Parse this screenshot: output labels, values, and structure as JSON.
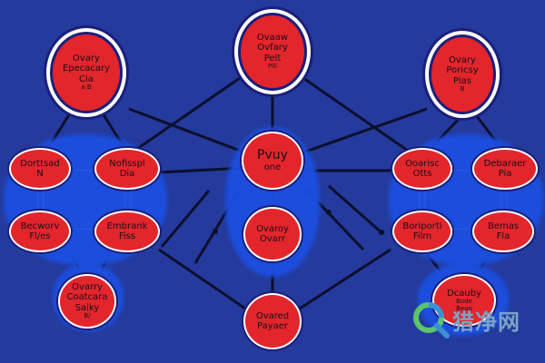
{
  "colors": {
    "background": "#243a9c",
    "node_fill": "#e3252c",
    "glow": "#1c4fe0",
    "line": "#0c0f2e"
  },
  "nodes": {
    "top_left": {
      "line1": "Ovary",
      "line2": "Epecacary",
      "line3": "Cia",
      "line4": "a B"
    },
    "top_center": {
      "line1": "Ovaaw",
      "line2": "Ovfary",
      "line3": "Pelt",
      "line4": "Pill"
    },
    "top_right": {
      "line1": "Ovary",
      "line2": "Poricsy",
      "line3": "Pias",
      "line4": "B"
    },
    "left_r1_a": {
      "line1": "Dorttsad",
      "line2": "N"
    },
    "left_r1_b": {
      "line1": "Nofisspl",
      "line2": "Dia"
    },
    "left_r2_a": {
      "line1": "Becworv",
      "line2": "Fl/es"
    },
    "left_r2_b": {
      "line1": "Embrank",
      "line2": "Fiss"
    },
    "left_bottom": {
      "line1": "Ovarry",
      "line2": "Coatcara",
      "line3": "Saiky",
      "line4": "B/"
    },
    "center_top": {
      "line1": "Pvuy",
      "line2": "one"
    },
    "center_mid": {
      "line1": "Ovaroy",
      "line2": "Ovarr"
    },
    "center_bottom": {
      "line1": "Ovared",
      "line2": "Payaer"
    },
    "right_r1_a": {
      "line1": "Ooarisc",
      "line2": "Otts"
    },
    "right_r1_b": {
      "line1": "Debaraer",
      "line2": "Pia"
    },
    "right_r2_a": {
      "line1": "Boriporti",
      "line2": "Film"
    },
    "right_r2_b": {
      "line1": "Bemas",
      "line2": "Fla"
    },
    "right_bottom": {
      "line1": "Dcauby",
      "line2": "Bode",
      "line3": "Beap"
    }
  },
  "watermark": {
    "text": "猎净网",
    "icon": "magnifier-q-logo-icon"
  }
}
